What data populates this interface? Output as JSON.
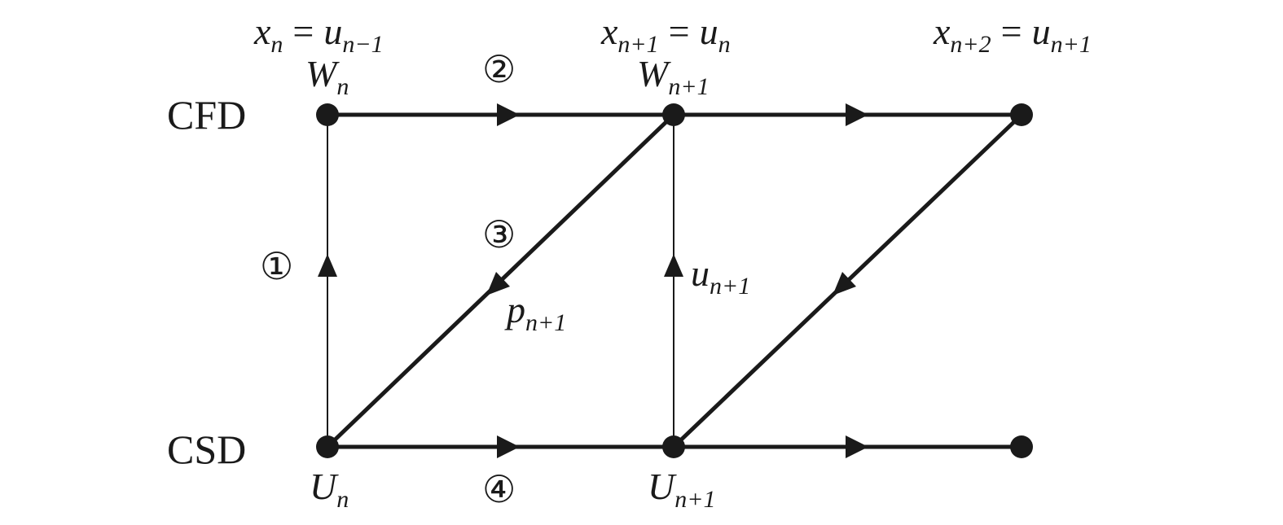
{
  "rows": {
    "cfd": "CFD",
    "csd": "CSD"
  },
  "steps": {
    "s1": "①",
    "s2": "②",
    "s3": "③",
    "s4": "④"
  },
  "top": {
    "t1": {
      "lhs": "x",
      "lhs_sub": "n",
      "eq": "=",
      "rhs": "u",
      "rhs_sub": "n−1"
    },
    "t2": {
      "lhs": "x",
      "lhs_sub": "n+1",
      "eq": "=",
      "rhs": "u",
      "rhs_sub": "n"
    },
    "t3": {
      "lhs": "x",
      "lhs_sub": "n+2",
      "eq": "=",
      "rhs": "u",
      "rhs_sub": "n+1"
    }
  },
  "nodes": {
    "w_n": {
      "sym": "W",
      "sub": "n"
    },
    "w_n1": {
      "sym": "W",
      "sub": "n+1"
    },
    "u_n": {
      "sym": "U",
      "sub": "n"
    },
    "u_n1": {
      "sym": "U",
      "sub": "n+1"
    }
  },
  "edges": {
    "u_transfer": {
      "sym": "u",
      "sub": "n+1"
    },
    "p_transfer": {
      "sym": "p",
      "sub": "n+1"
    }
  },
  "colors": {
    "line": "#1a1a1a",
    "background": "#ffffff"
  }
}
